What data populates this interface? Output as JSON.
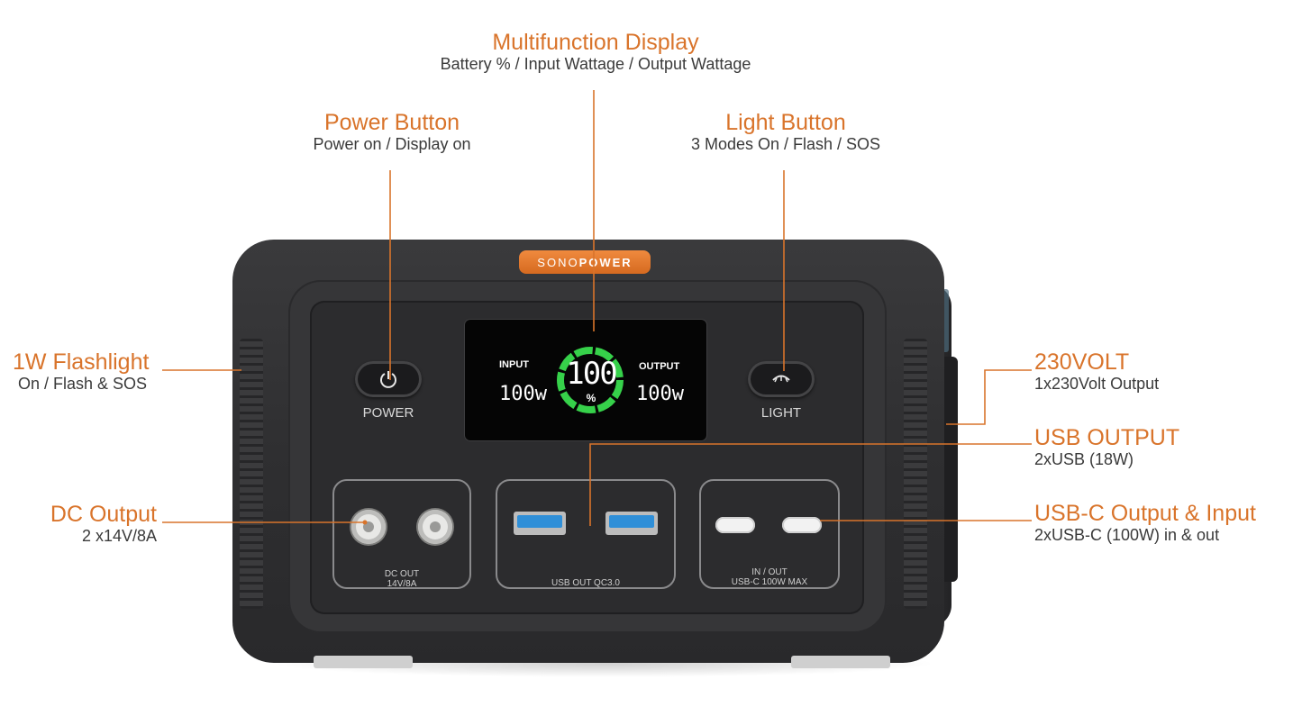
{
  "callouts": {
    "display": {
      "title": "Multifunction Display",
      "sub": "Battery % / Input Wattage / Output Wattage"
    },
    "power": {
      "title": "Power Button",
      "sub": "Power on / Display on"
    },
    "light": {
      "title": "Light Button",
      "sub": "3 Modes On / Flash / SOS"
    },
    "flashlight": {
      "title": "1W Flashlight",
      "sub": "On / Flash & SOS"
    },
    "volt": {
      "title": "230VOLT",
      "sub": "1x230Volt Output"
    },
    "usb": {
      "title": "USB OUTPUT",
      "sub": "2xUSB (18W)"
    },
    "dc": {
      "title": "DC Output",
      "sub": "2 x14V/8A"
    },
    "usbc": {
      "title": "USB-C Output & Input",
      "sub": "2xUSB-C (100W) in & out"
    }
  },
  "device": {
    "brand_light": "SONO",
    "brand_bold": "POWER",
    "display": {
      "input_label": "INPUT",
      "output_label": "OUTPUT",
      "input_value": "100w",
      "output_value": "100w",
      "battery_value": "100",
      "battery_unit": "%"
    },
    "power_label": "POWER",
    "light_label": "LIGHT",
    "ports": {
      "dc_line1": "DC OUT",
      "dc_line2": "14V/8A",
      "usb_label": "USB OUT QC3.0",
      "usbc_line1": "IN / OUT",
      "usbc_line2": "USB-C 100W MAX"
    }
  },
  "colors": {
    "accent": "#d9742b",
    "display_ring": "#36d14a",
    "body": "#2f2f31",
    "usb_blue": "#2f8fd8"
  }
}
